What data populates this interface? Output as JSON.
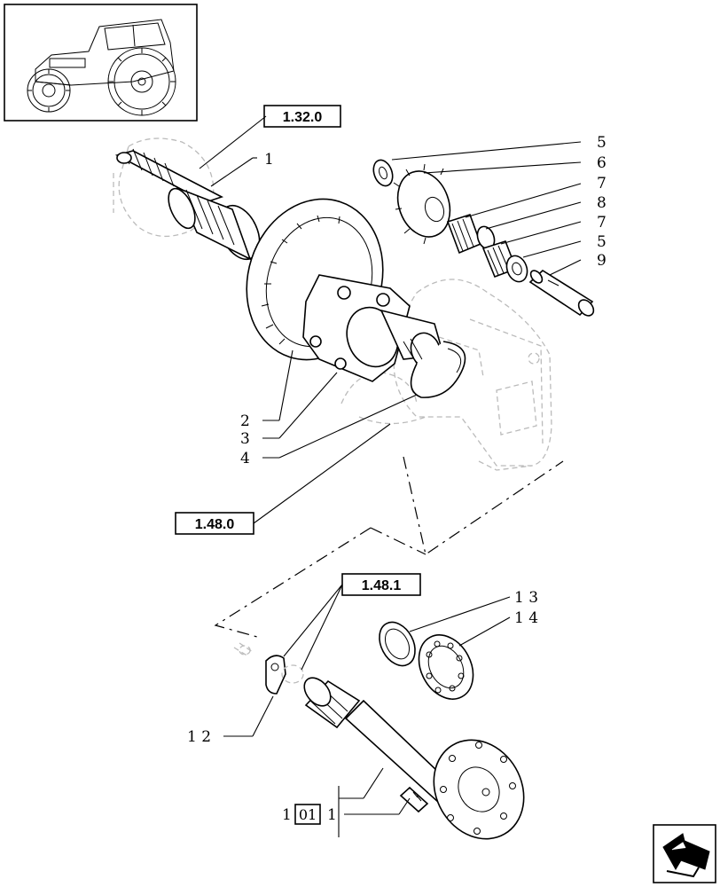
{
  "diagram": {
    "references": {
      "ref_1_32_0": "1.32.0",
      "ref_1_48_0": "1.48.0",
      "ref_1_48_1": "1.48.1"
    },
    "part_labels": {
      "p1": "1",
      "p5a": "5",
      "p6": "6",
      "p7a": "7",
      "p8": "8",
      "p7b": "7",
      "p5b": "5",
      "p9": "9",
      "p2": "2",
      "p3": "3",
      "p4": "4",
      "p13": "1 3",
      "p14": "1 4",
      "p12": "1 2",
      "p101_prefix": "1",
      "p101_box": "01",
      "p101_suffix": "1"
    },
    "icons": {
      "thumbnail": "tractor-thumbnail-icon",
      "nav": "next-page-arrow-icon"
    }
  }
}
